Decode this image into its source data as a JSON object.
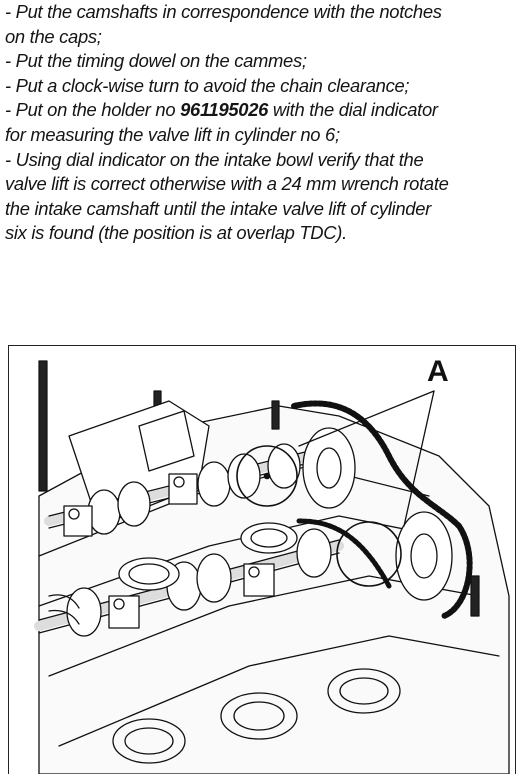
{
  "instructions": {
    "line1": "- Put the camshafts in correspondence with the notches",
    "line2": "on the caps;",
    "line3": "- Put the timing dowel on the cammes;",
    "line4": "- Put a clock-wise turn to avoid the chain clearance;",
    "line5_before": "- Put on the holder  no ",
    "part_number": "961195026",
    "line5_after": " with the dial indicator",
    "line6": "for measuring the valve lift in cylinder no 6;",
    "line7": "- Using dial indicator on the intake bowl verify  that the",
    "line8": "valve lift is correct otherwise with a 24 mm wrench rotate",
    "line9": "the intake camshaft until the intake valve lift of cylinder",
    "line10": "six is found (the position is at overlap TDC)."
  },
  "figure": {
    "callout_label": "A"
  }
}
